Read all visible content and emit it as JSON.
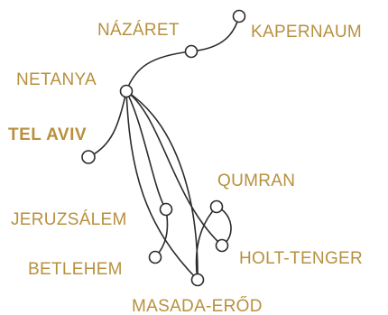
{
  "colors": {
    "label": "#b8903e",
    "start": "#b8903e",
    "route": "#2b2b2b"
  },
  "places": {
    "start": "TEL AVIV",
    "netanya": "NETANYA",
    "nazaret": "NÁZÁRET",
    "kapernaum": "KAPERNAUM",
    "qumran": "QUMRAN",
    "jeruzsalem": "JERUZSÁLEM",
    "betlehem": "BETLEHEM",
    "holt_tenger": "HOLT-TENGER",
    "masada": "MASADA-ERŐD"
  }
}
